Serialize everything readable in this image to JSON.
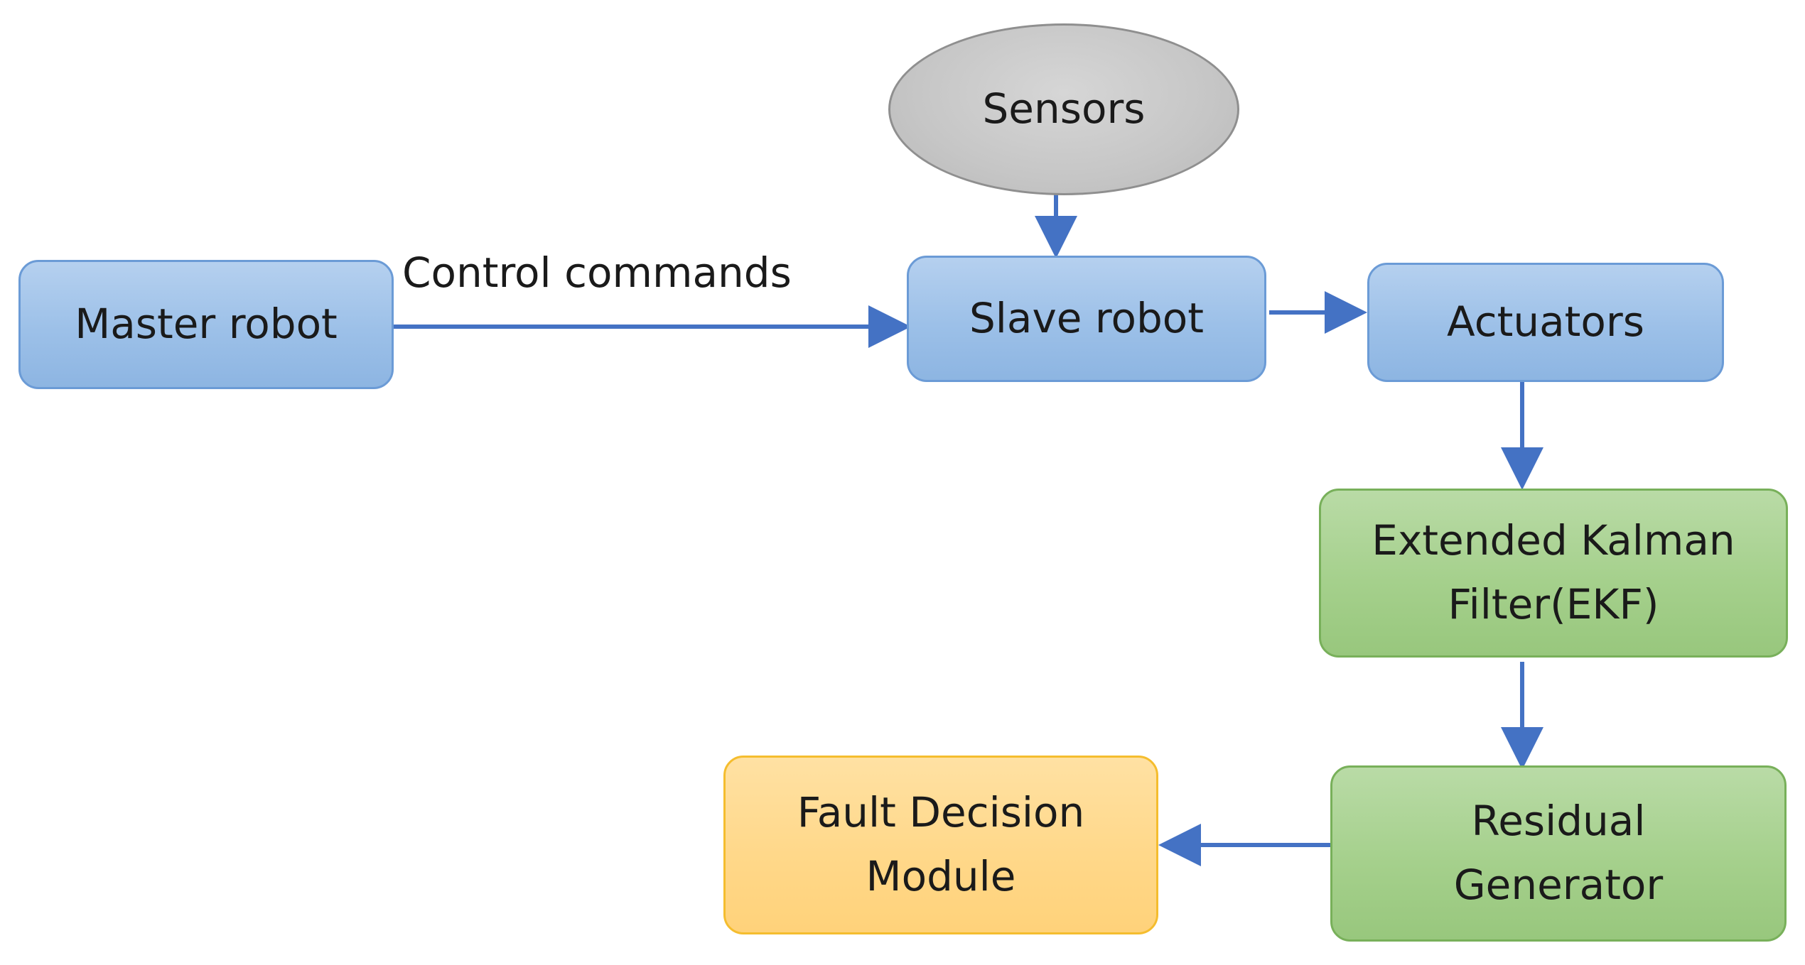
{
  "diagram": {
    "nodes": {
      "sensors": "Sensors",
      "master_robot": "Master robot",
      "slave_robot": "Slave robot",
      "actuators": "Actuators",
      "ekf_line1": "Extended Kalman",
      "ekf_line2": "Filter(EKF)",
      "residual_line1": "Residual",
      "residual_line2": "Generator",
      "fault_line1": "Fault Decision",
      "fault_line2": "Module"
    },
    "edge_labels": {
      "control_commands": "Control commands"
    },
    "edges": [
      {
        "from": "sensors",
        "to": "slave_robot"
      },
      {
        "from": "master_robot",
        "to": "slave_robot",
        "label": "Control commands"
      },
      {
        "from": "slave_robot",
        "to": "actuators"
      },
      {
        "from": "actuators",
        "to": "ekf"
      },
      {
        "from": "ekf",
        "to": "residual_generator"
      },
      {
        "from": "residual_generator",
        "to": "fault_decision_module"
      }
    ],
    "colors": {
      "process_blue": "#9cc0e8",
      "filter_green": "#a5d08c",
      "decision_yellow": "#ffd88a",
      "sensor_gray": "#c6c6c6",
      "arrow_blue": "#4472c4"
    }
  }
}
